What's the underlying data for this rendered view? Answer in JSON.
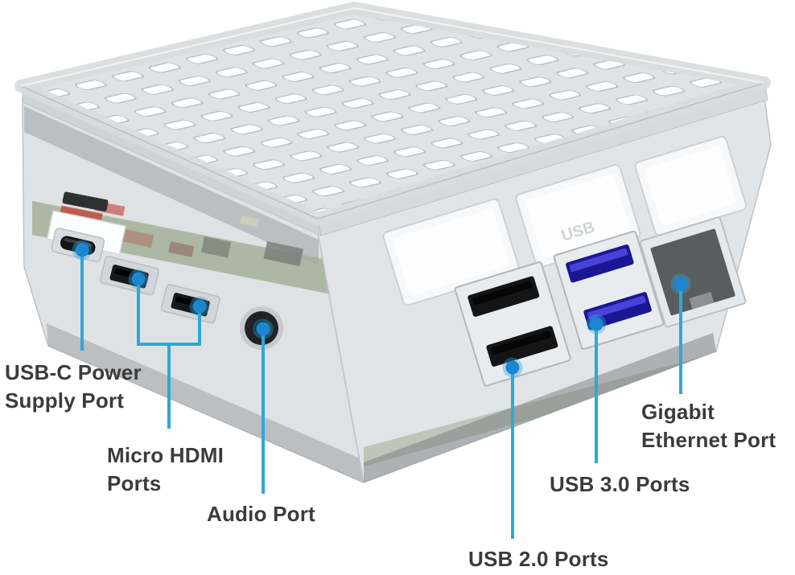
{
  "figure": {
    "background_color": "#ffffff",
    "callout_line_color": "#2ea7d9",
    "callout_dot_color": "#1d86d1",
    "label_text_color": "#3b3b3b",
    "usb3_port_color": "#2b27b4",
    "usb2_port_color": "#151515",
    "pcb_color": "#788c63"
  },
  "case": {
    "embossed_text": "USB"
  },
  "labels": [
    {
      "id": "usb-c-power",
      "lines": [
        "USB-C Power",
        "Supply Port"
      ]
    },
    {
      "id": "micro-hdmi",
      "lines": [
        "Micro HDMI",
        "Ports"
      ]
    },
    {
      "id": "audio",
      "lines": [
        "Audio Port"
      ]
    },
    {
      "id": "usb-2",
      "lines": [
        "USB 2.0 Ports"
      ]
    },
    {
      "id": "usb-3",
      "lines": [
        "USB 3.0 Ports"
      ]
    },
    {
      "id": "gigabit-ethernet",
      "lines": [
        "Gigabit",
        "Ethernet Port"
      ]
    }
  ]
}
